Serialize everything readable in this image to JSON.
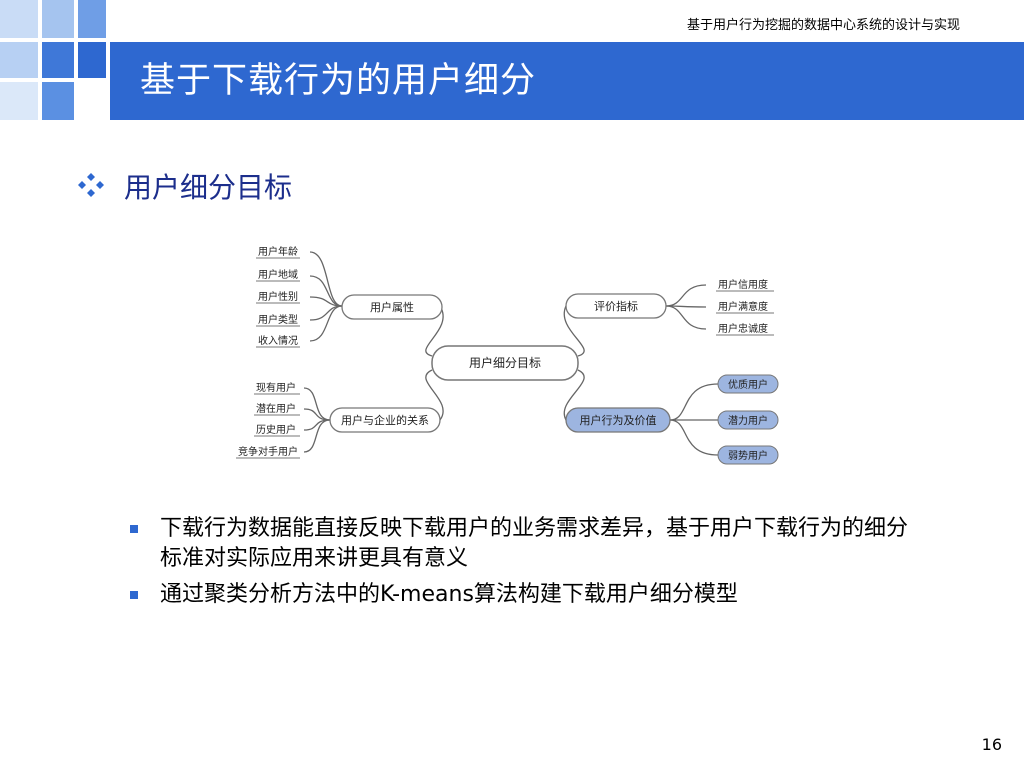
{
  "header": {
    "doc_title": "基于用户行为挖掘的数据中心系统的设计与实现"
  },
  "slide": {
    "title": "基于下载行为的用户细分",
    "subtitle": "用户细分目标",
    "page_number": "16"
  },
  "diagram": {
    "center": "用户细分目标",
    "branches": {
      "user_attributes": {
        "label": "用户属性",
        "leaves": [
          "用户年龄",
          "用户地域",
          "用户性别",
          "用户类型",
          "收入情况"
        ]
      },
      "evaluation_metrics": {
        "label": "评价指标",
        "leaves": [
          "用户信用度",
          "用户满意度",
          "用户忠诚度"
        ]
      },
      "enterprise_relation": {
        "label": "用户与企业的关系",
        "leaves": [
          "现有用户",
          "潜在用户",
          "历史用户",
          "竞争对手用户"
        ]
      },
      "behavior_value": {
        "label": "用户行为及价值",
        "leaves": [
          "优质用户",
          "潜力用户",
          "弱势用户"
        ]
      }
    }
  },
  "bullets": [
    "下载行为数据能直接反映下载用户的业务需求差异，基于用户下载行为的细分标准对实际应用来讲更具有意义",
    "通过聚类分析方法中的K-means算法构建下载用户细分模型"
  ],
  "colors": {
    "banner": "#2e68d0",
    "subtitle": "#1c2e8c",
    "highlight_fill": "#9db5e0"
  }
}
